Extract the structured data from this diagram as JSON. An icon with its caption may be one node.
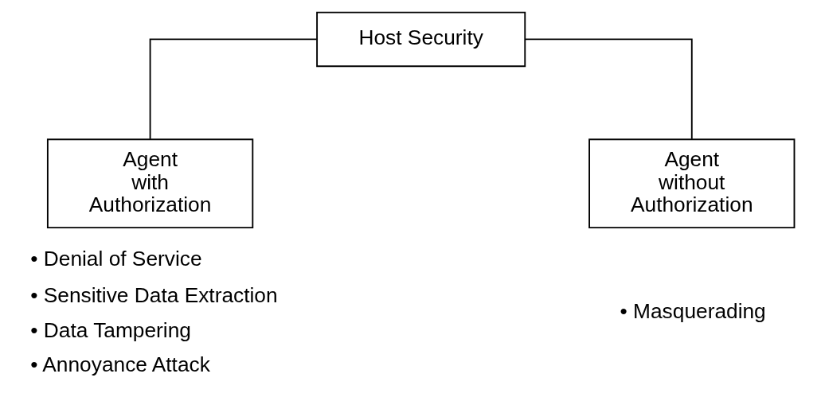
{
  "diagram": {
    "nodes": [
      {
        "text": [
          "Host Security"
        ]
      },
      {
        "text": [
          "Agent with Authorization"
        ],
        "beside": [
          "• Denial of Service",
          "• Sensitive Data Extraction",
          "• Data Tampering",
          "• Annoyance Attack"
        ]
      },
      {
        "text": [
          "Agent without Authorization"
        ],
        "beside": [
          "• Masquerading"
        ]
      }
    ],
    "edges": [
      {
        "from": 0,
        "to": 1,
        "arrow": "none"
      },
      {
        "from": 0,
        "to": 2,
        "arrow": "none"
      }
    ]
  }
}
